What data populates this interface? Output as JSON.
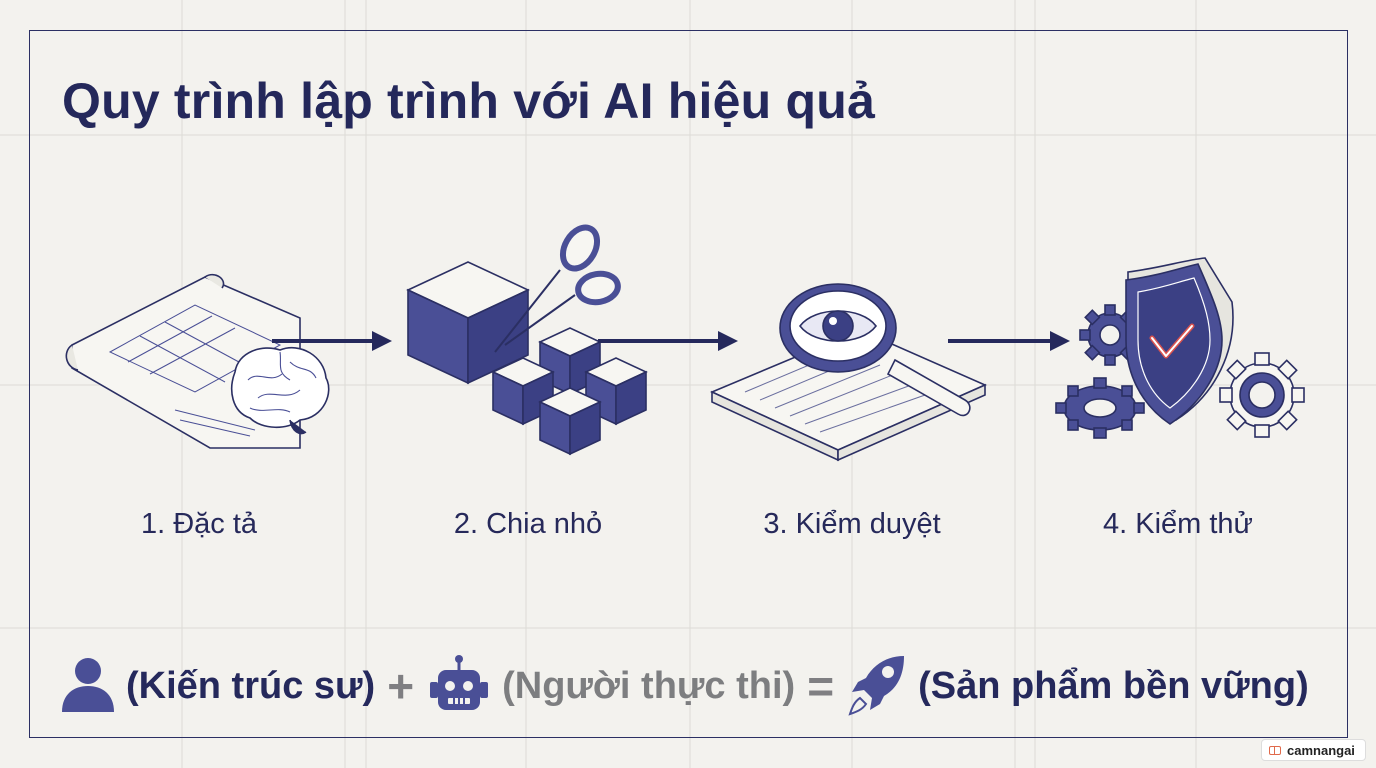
{
  "title": "Quy trình lập trình với AI hiệu quả",
  "steps": [
    {
      "label": "1. Đặc tả",
      "icon": "blueprint-brain-icon"
    },
    {
      "label": "2. Chia nhỏ",
      "icon": "cubes-scissors-icon"
    },
    {
      "label": "3. Kiểm duyệt",
      "icon": "magnifier-eye-icon"
    },
    {
      "label": "4. Kiểm thử",
      "icon": "shield-gears-icon"
    }
  ],
  "formula": {
    "person_icon": "person-icon",
    "architect": "(Kiến trúc sư)",
    "plus": "+",
    "robot_icon": "robot-icon",
    "executor": "(Người thực thi)",
    "equals": "=",
    "rocket_icon": "rocket-icon",
    "product": "(Sản phẩm bền vững)"
  },
  "watermark": "camnangai",
  "colors": {
    "navy": "#25295c",
    "indigo": "#4a4f96",
    "gray": "#7d7e80",
    "background": "#f3f2ee",
    "check": "#d9534f"
  }
}
